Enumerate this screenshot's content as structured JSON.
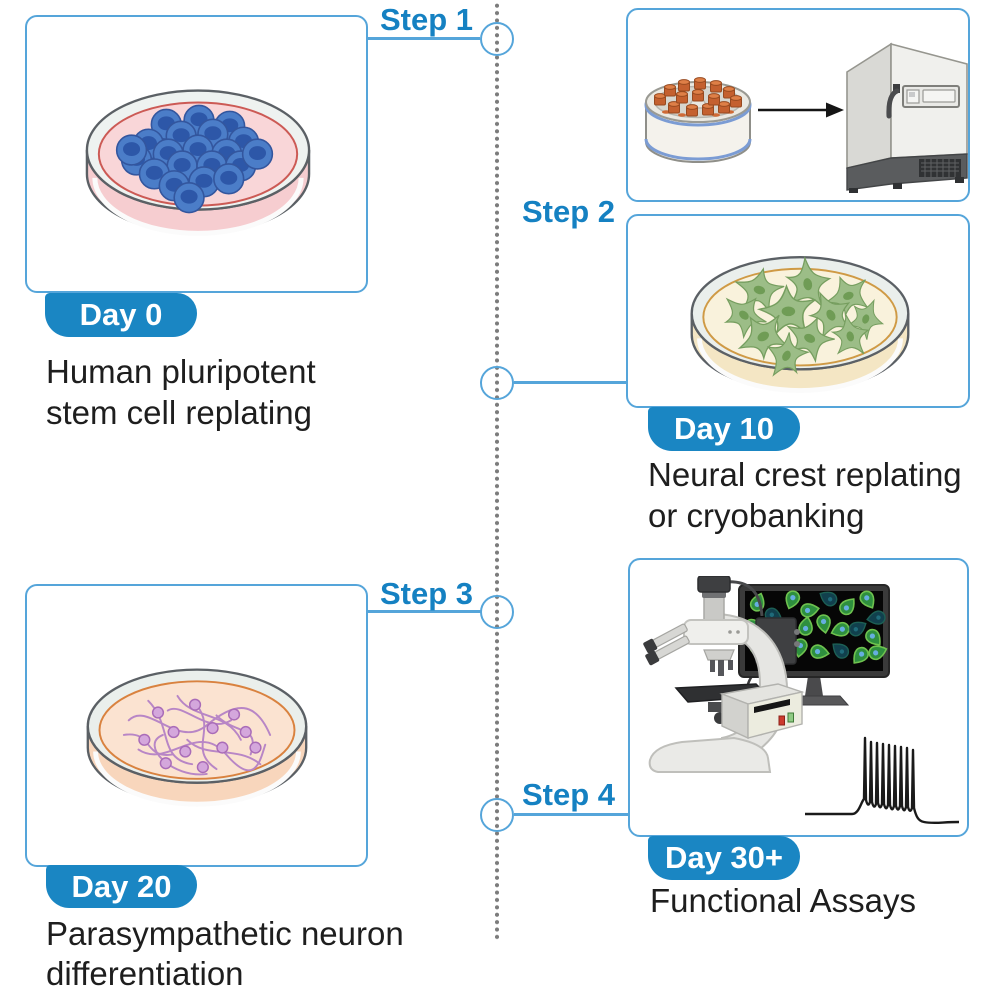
{
  "palette": {
    "step_label_blue": "#1581c2",
    "badge_blue": "#1a86c3",
    "card_border_blue": "#55a5da",
    "timeline_dot_gray": "#7c7c7c",
    "caption_black": "#1e1e1e"
  },
  "timeline": {
    "steps": [
      {
        "label": "Step 1"
      },
      {
        "label": "Step 2"
      },
      {
        "label": "Step 3"
      },
      {
        "label": "Step 4"
      }
    ]
  },
  "panels": [
    {
      "day": "Day 0",
      "caption_lines": [
        "Human pluripotent",
        "stem cell replating"
      ],
      "illustration": "petri-dish-with-pluripotent-stem-cell-colonies"
    },
    {
      "day": "Day 10",
      "caption_lines": [
        "Neural crest replating",
        "or cryobanking"
      ],
      "illustration": "petri-dish-with-neural-crest-cells",
      "extra_illustration": "cryovial-box-arrow-to-ultralow-freezer"
    },
    {
      "day": "Day 20",
      "caption_lines": [
        "Parasympathetic neuron",
        "differentiation"
      ],
      "illustration": "petri-dish-with-neurons"
    },
    {
      "day": "Day 30+",
      "caption_lines": [
        "Functional Assays"
      ],
      "illustration": "microscope-monitor-and-electrophysiology-trace"
    }
  ]
}
